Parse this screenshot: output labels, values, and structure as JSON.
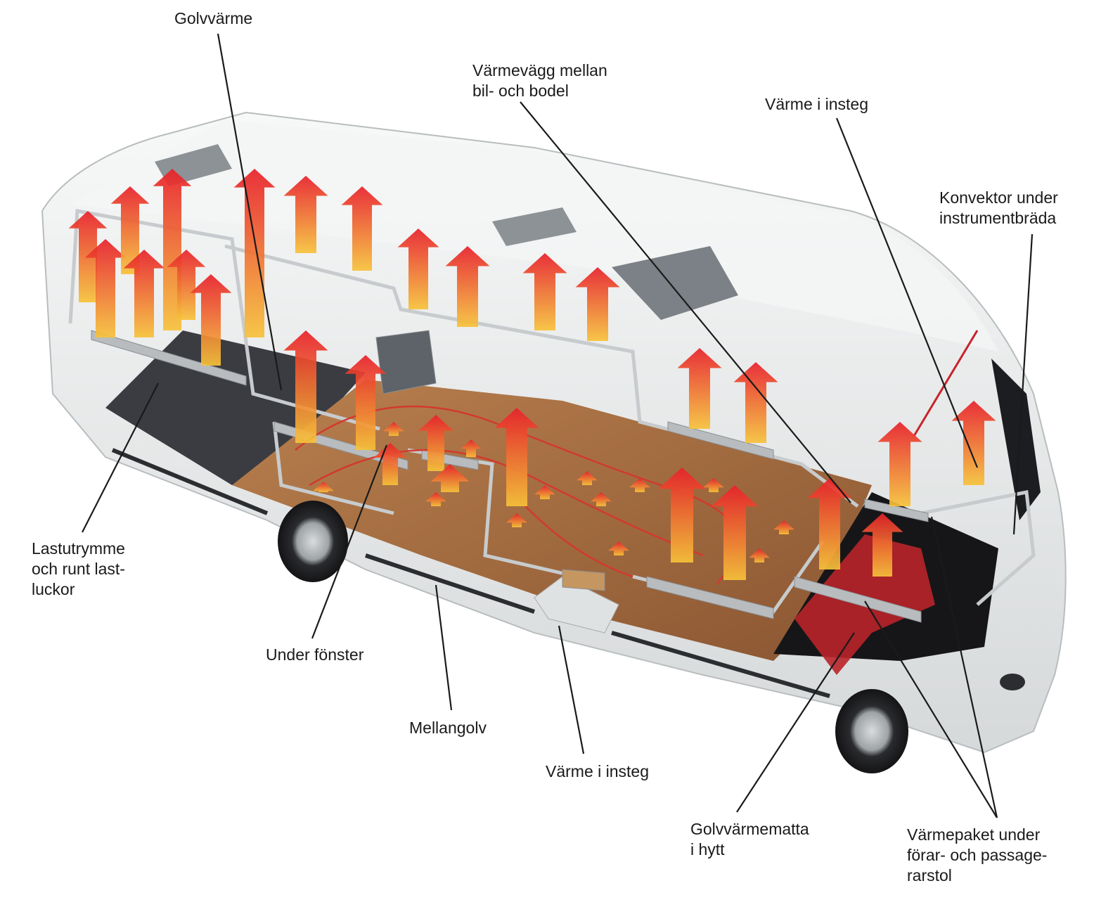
{
  "colors": {
    "arrow_top": "#e8202a",
    "arrow_bottom": "#f7c23a",
    "floor_wood": "#a0683e",
    "floor_mat": "#3a3c42",
    "body_shell": "#eceeee",
    "leader_line": "#1a1a1a",
    "cab_red": "#b8242a"
  },
  "labels": {
    "golvvarme": [
      "Golvvärme"
    ],
    "varmevagg": [
      "Värmevägg mellan",
      "bil- och bodel"
    ],
    "varme_insteg_top": [
      "Värme i insteg"
    ],
    "konvektor": [
      "Konvektor under",
      "instrumentbräda"
    ],
    "lastutrymme": [
      "Lastutrymme",
      "och runt last-",
      "luckor"
    ],
    "under_fonster": [
      "Under fönster"
    ],
    "mellangolv": [
      "Mellangolv"
    ],
    "varme_insteg_bottom": [
      "Värme i insteg"
    ],
    "golvvarmematta": [
      "Golvvärmematta",
      "i hytt"
    ],
    "varmepaket": [
      "Värmepaket under",
      "förar- och passage-",
      "rarstol"
    ]
  }
}
